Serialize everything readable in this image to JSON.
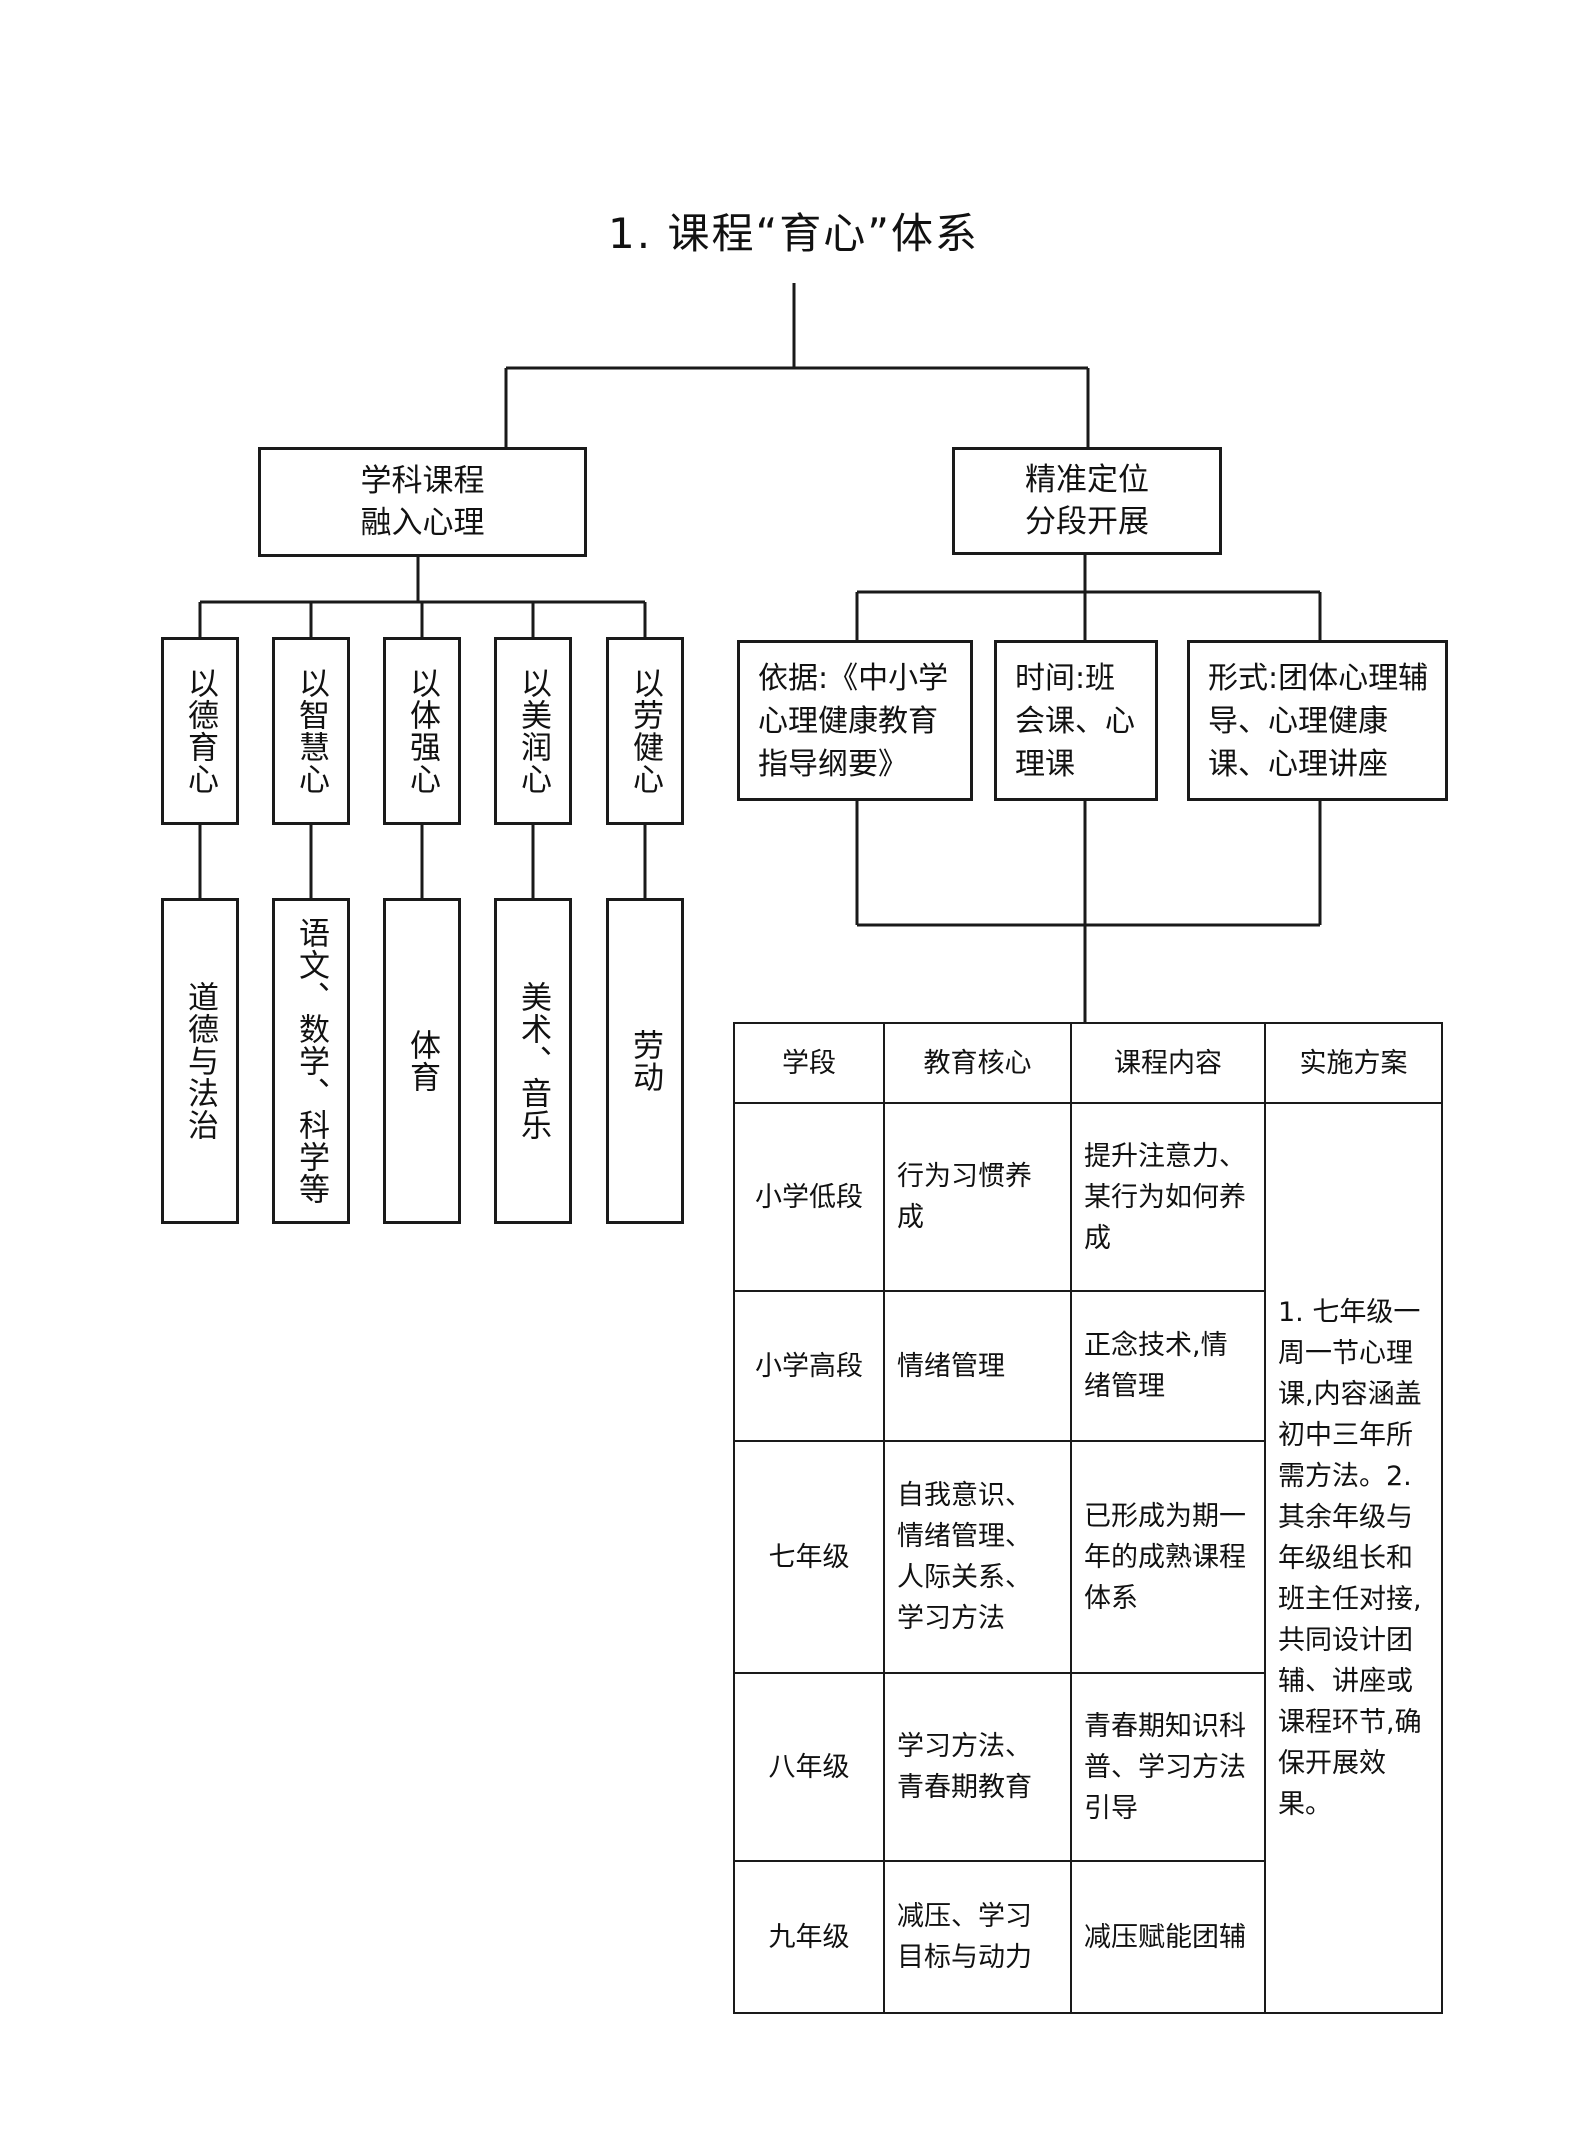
{
  "title": "1. 课程“育心”体系",
  "branches": {
    "left": {
      "label": "学科课程\n融入心理",
      "pillars": [
        {
          "label": "以德育心",
          "subjects": "道德与法治"
        },
        {
          "label": "以智慧心",
          "subjects": "语文、数学、科学等"
        },
        {
          "label": "以体强心",
          "subjects": "体育"
        },
        {
          "label": "以美润心",
          "subjects": "美术、音乐"
        },
        {
          "label": "以劳健心",
          "subjects": "劳动"
        }
      ]
    },
    "right": {
      "label": "精准定位\n分段开展",
      "info": [
        "依据:《中小学心理健康教育指导纲要》",
        "时间:班会课、心理课",
        "形式:团体心理辅导、心理健康课、心理讲座"
      ]
    }
  },
  "table": {
    "headers": [
      "学段",
      "教育核心",
      "课程内容",
      "实施方案"
    ],
    "rows": [
      {
        "stage": "小学低段",
        "core": "行为习惯养成",
        "content": "提升注意力、某行为如何养成"
      },
      {
        "stage": "小学高段",
        "core": "情绪管理",
        "content": "正念技术,情绪管理"
      },
      {
        "stage": "七年级",
        "core": "自我意识、情绪管理、人际关系、学习方法",
        "content": "已形成为期一年的成熟课程体系"
      },
      {
        "stage": "八年级",
        "core": "学习方法、青春期教育",
        "content": "青春期知识科普、学习方法引导"
      },
      {
        "stage": "九年级",
        "core": "减压、学习目标与动力",
        "content": "减压赋能团辅"
      }
    ],
    "implementation": "1. 七年级一周一节心理课,内容涵盖初中三年所需方法。2. 其余年级与年级组长和班主任对接,共同设计团辅、讲座或课程环节,确保开展效果。"
  }
}
